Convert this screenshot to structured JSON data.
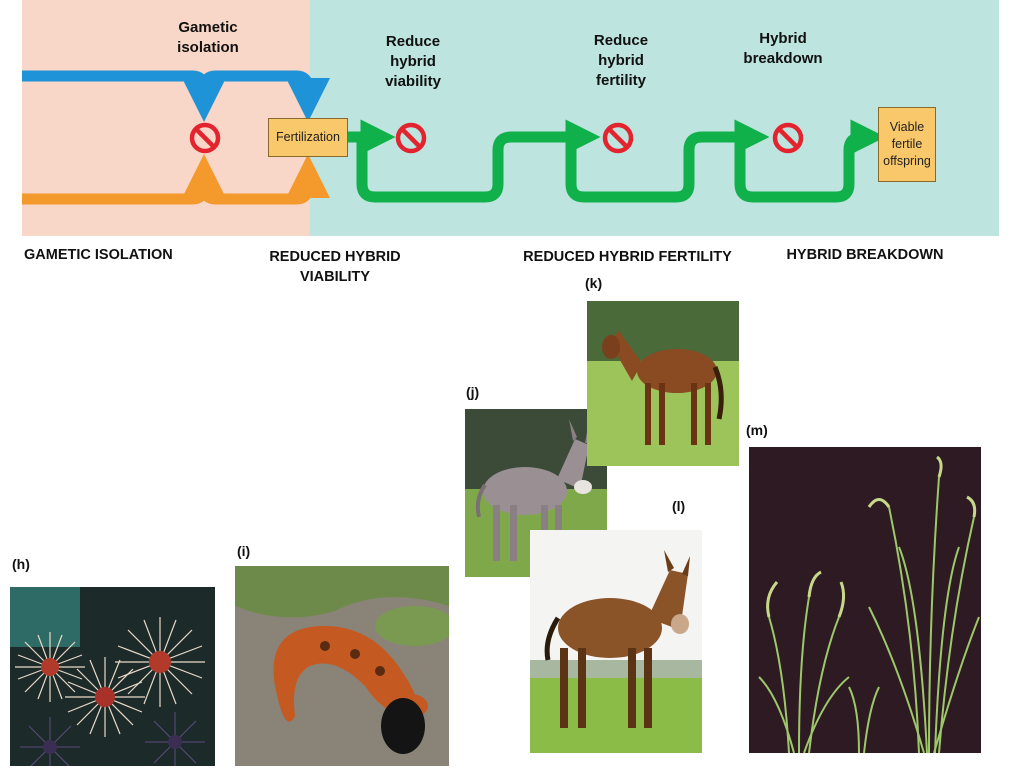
{
  "diagram": {
    "barrier_labels": {
      "gametic": "Gametic\nisolation",
      "viability": "Reduce\nhybrid\nviability",
      "fertility": "Reduce\nhybrid\nfertility",
      "breakdown": "Hybrid\nbreakdown"
    },
    "fertilization_label": "Fertilization",
    "outcome_label": "Viable\nfertile\noffspring",
    "colors": {
      "prezygotic_bg": "#f8d6c8",
      "postzygotic_bg": "#bde4de",
      "species_a_arrow": "#1e93d8",
      "species_b_arrow": "#f49a2d",
      "hybrid_arrow": "#10b04a",
      "block_symbol": "#e3232e",
      "box_fill": "#f9c86a"
    },
    "icons": [
      "block-icon",
      "arrow-icon"
    ]
  },
  "captions": {
    "gametic": "GAMETIC ISOLATION",
    "viability": "REDUCED HYBRID\nVIABILITY",
    "fertility": "REDUCED HYBRID FERTILITY",
    "breakdown": "HYBRID BREAKDOWN"
  },
  "panels": {
    "h": "(h)",
    "i": "(i)",
    "j": "(j)",
    "k": "(k)",
    "l": "(l)",
    "m": "(m)"
  }
}
